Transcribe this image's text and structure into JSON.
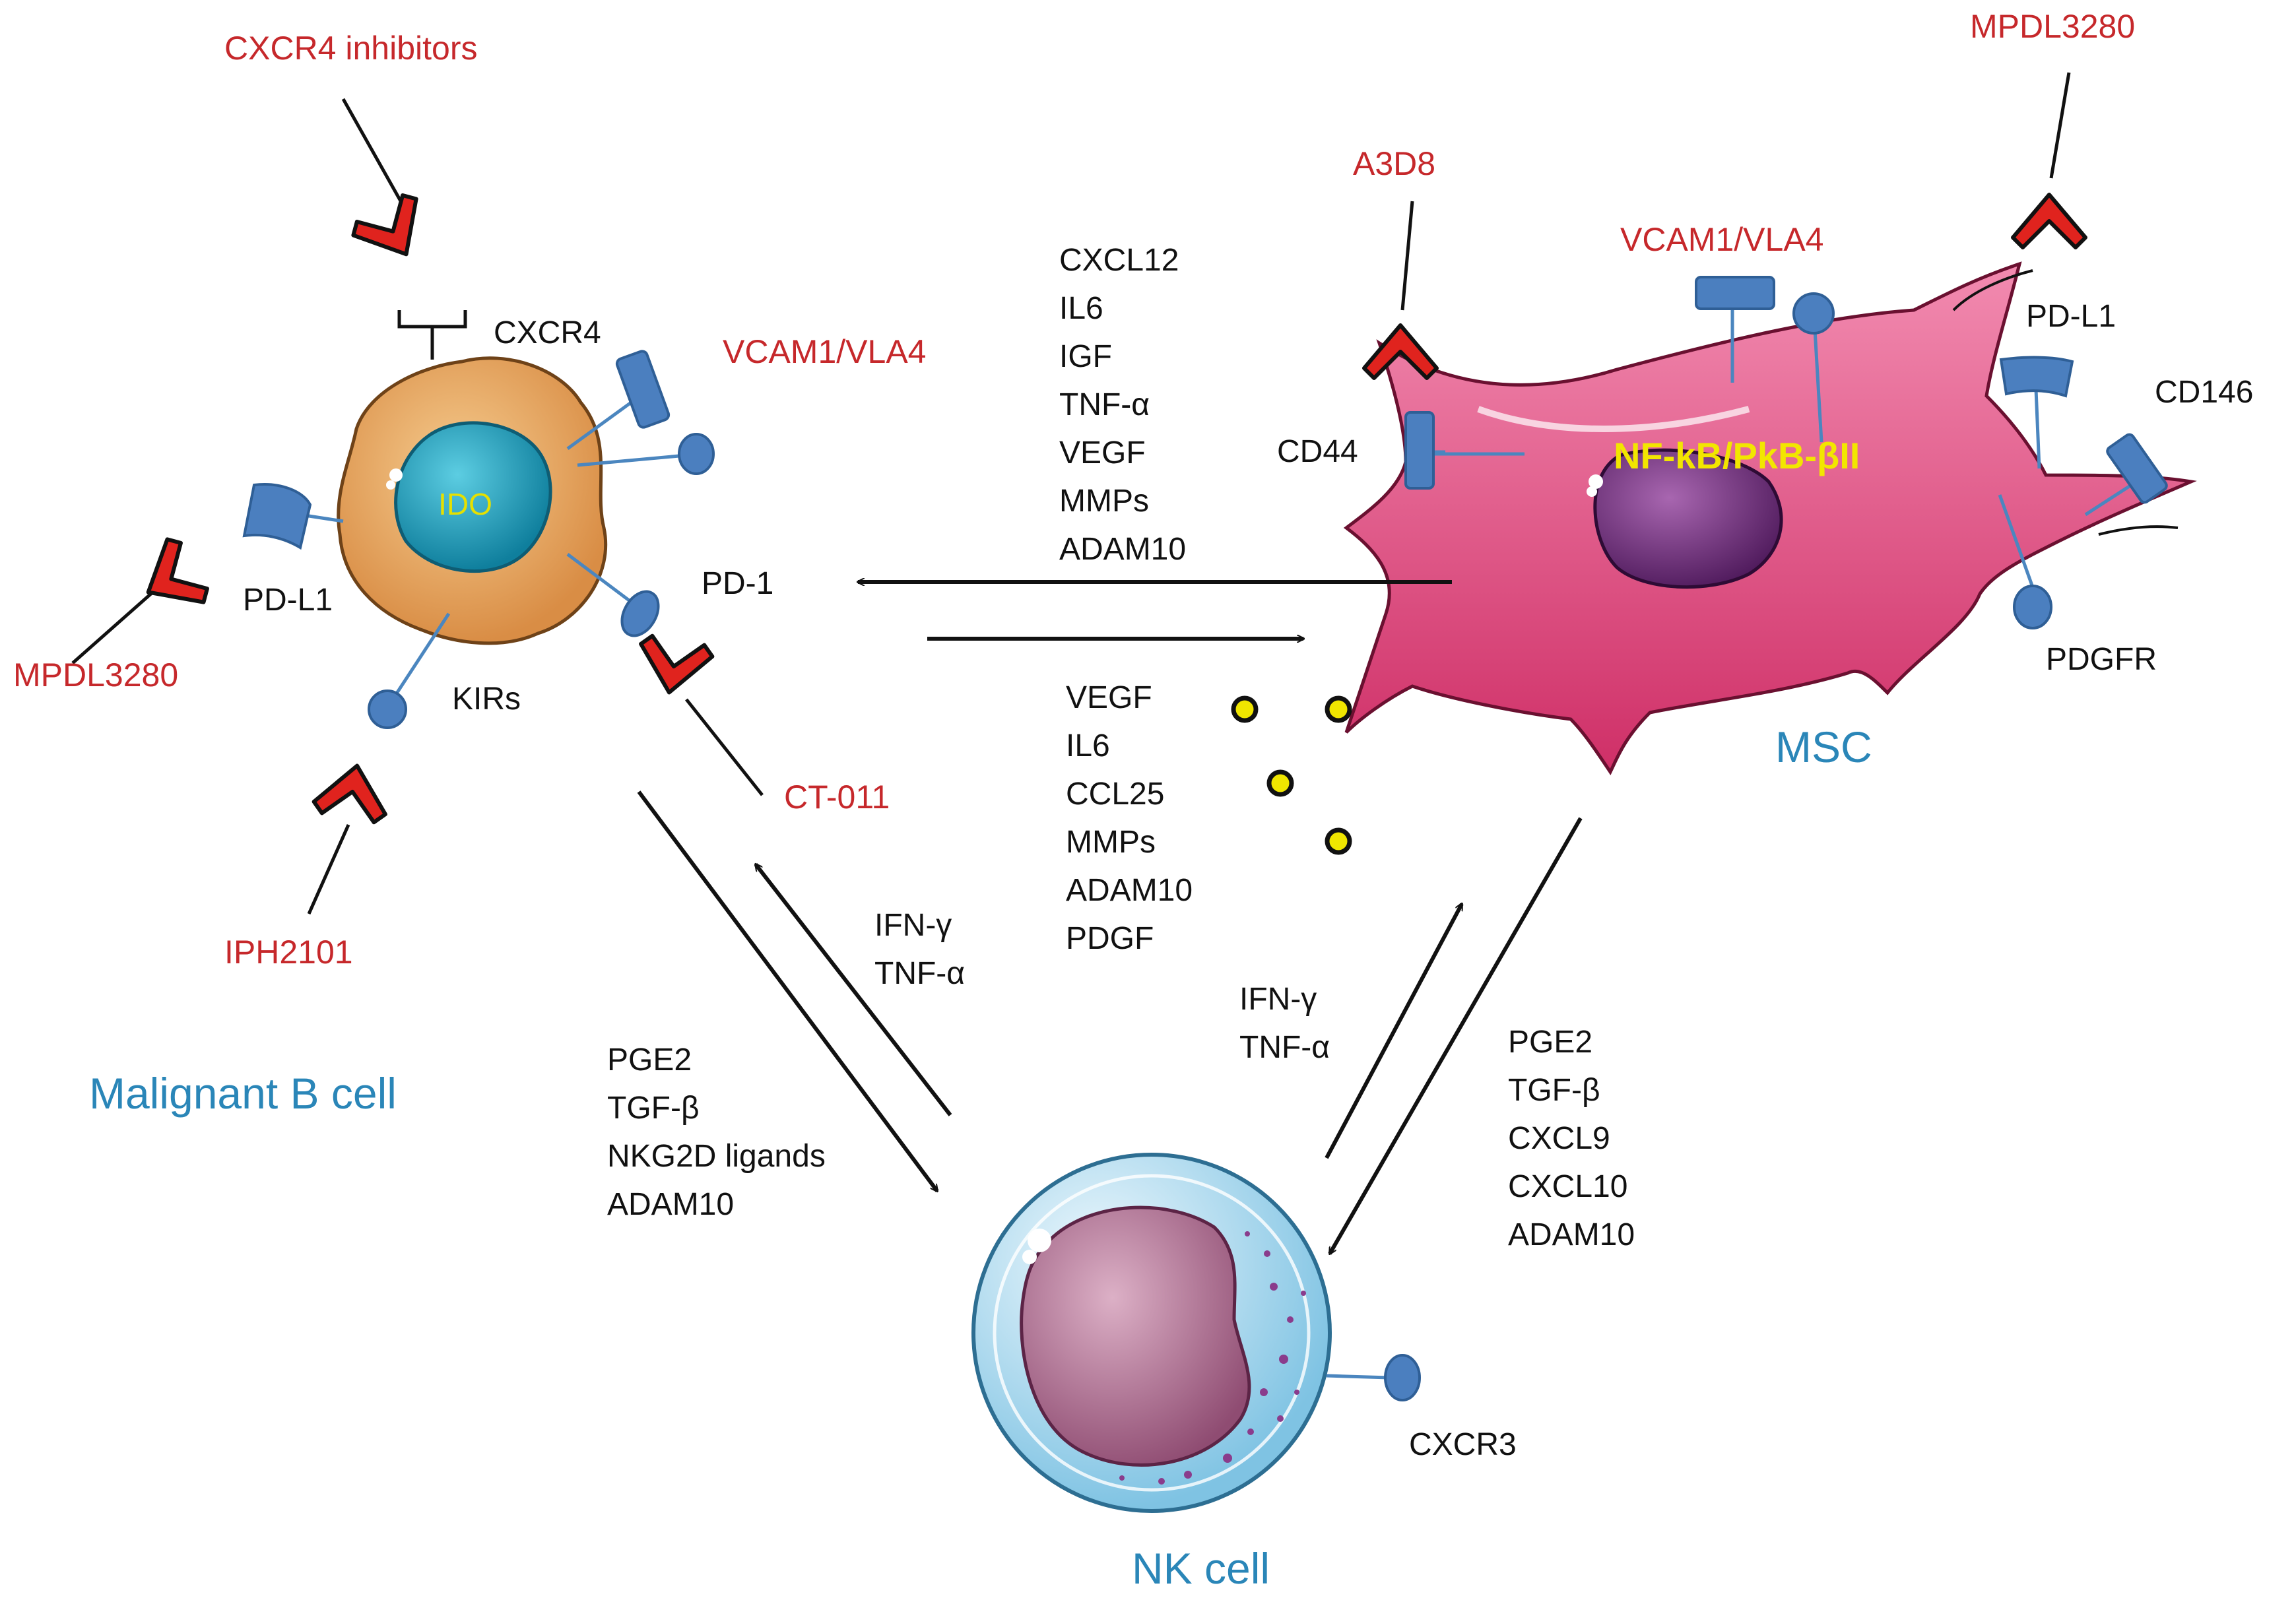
{
  "cells": {
    "b_cell": {
      "name": "Malignant B cell",
      "inner": "IDO"
    },
    "msc": {
      "name": "MSC",
      "inner": "NF-kB/PkB-βII"
    },
    "nk": {
      "name": "NK cell"
    }
  },
  "receptors": {
    "b_cxcr4": "CXCR4",
    "b_vcam": "VCAM1/VLA4",
    "b_pdl1": "PD-L1",
    "b_pd1": "PD-1",
    "b_kirs": "KIRs",
    "msc_vcam": "VCAM1/VLA4",
    "msc_pdl1": "PD-L1",
    "msc_cd44": "CD44",
    "msc_cd146": "CD146",
    "msc_pdgfr": "PDGFR",
    "nk_cxcr3": "CXCR3"
  },
  "drugs": {
    "cxcr4_inhibitors": "CXCR4 inhibitors",
    "mpdl_b": "MPDL3280",
    "iph2101": "IPH2101",
    "ct011": "CT-011",
    "a3d8": "A3D8",
    "mpdl_msc": "MPDL3280"
  },
  "factor_lists": {
    "msc_to_b": [
      "CXCL12",
      "IL6",
      "IGF",
      "TNF-α",
      "VEGF",
      "MMPs",
      "ADAM10"
    ],
    "b_to_msc": [
      "VEGF",
      "IL6",
      "CCL25",
      "MMPs",
      "ADAM10",
      "PDGF"
    ],
    "nk_to_b": [
      "IFN-γ",
      "TNF-α"
    ],
    "b_to_nk": [
      "PGE2",
      "TGF-β",
      "NKG2D ligands",
      "ADAM10"
    ],
    "nk_to_msc": [
      "IFN-γ",
      "TNF-α"
    ],
    "msc_to_nk": [
      "PGE2",
      "TGF-β",
      "CXCL9",
      "CXCL10",
      "ADAM10"
    ]
  },
  "colors": {
    "drug_text": "#c6282b",
    "cell_name": "#2a86b8",
    "receptor": "#4b7fbf",
    "inhibitor": "#e0231e",
    "b_cell_body": "#e8a865",
    "b_cell_nucleus": "#1aa3bf",
    "msc_body": "#e2507f",
    "msc_nucleus": "#6b2a78",
    "nk_body": "#bfe0f1",
    "nk_nucleus": "#b3728f",
    "vesicle": "#f0e600"
  }
}
